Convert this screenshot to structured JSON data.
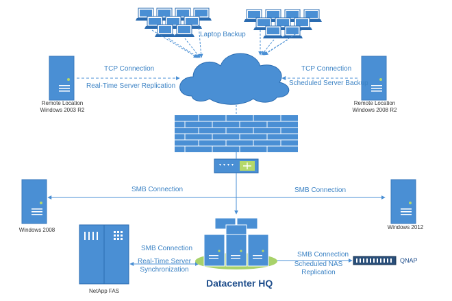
{
  "labels": {
    "laptop_backup": "Laptop Backup",
    "tcp_left": "TCP Connection",
    "tcp_right": "TCP Connection",
    "real_time_replication": "Real-Time Server Replication",
    "scheduled_backup": "Scheduled Server Backup",
    "smb_left": "SMB Connection",
    "smb_right": "SMB Connection",
    "smb_netapp": "SMB Connection",
    "realtime_sync_1": "Real-Time Server",
    "realtime_sync_2": "Synchronization",
    "smb_qnap": "SMB Connection",
    "scheduled_nas_1": "Scheduled NAS",
    "scheduled_nas_2": "Replication"
  },
  "nodes": {
    "remote_left_1": "Remote Location",
    "remote_left_2": "Windows 2003 R2",
    "remote_right_1": "Remote Location",
    "remote_right_2": "Windows 2008 R2",
    "win2008": "Windows 2008",
    "win2012": "Windows 2012",
    "netapp": "NetApp FAS",
    "qnap": "QNAP",
    "datacenter": "Datacenter HQ"
  },
  "colors": {
    "icon_blue": "#4a8fd4",
    "line_blue": "#4a8fd4",
    "label_blue": "#3b82c4",
    "ellipse_green": "#a8d26a"
  }
}
